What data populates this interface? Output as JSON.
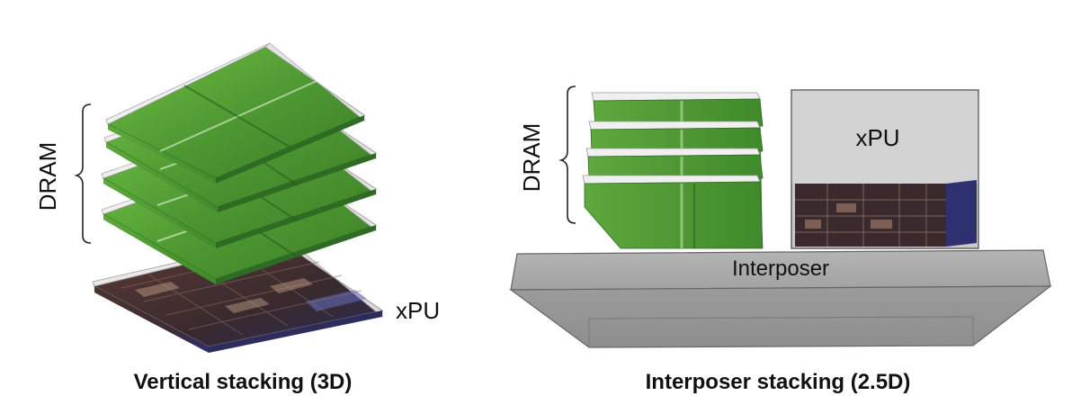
{
  "left": {
    "dram_label": "DRAM",
    "xpu_label": "xPU",
    "caption": "Vertical stacking (3D)",
    "dram_layers": 4
  },
  "right": {
    "dram_label": "DRAM",
    "xpu_label": "xPU",
    "interposer_label": "Interposer",
    "caption": "Interposer stacking (2.5D)",
    "dram_layers": 4
  },
  "colors": {
    "dram_green": "#5aa83a",
    "dram_green_dark": "#2f6b22",
    "chip_dark": "#3a2a2e",
    "interposer_gray": "#a9a9a9",
    "xpu_box_gray": "#c9c9c9"
  }
}
